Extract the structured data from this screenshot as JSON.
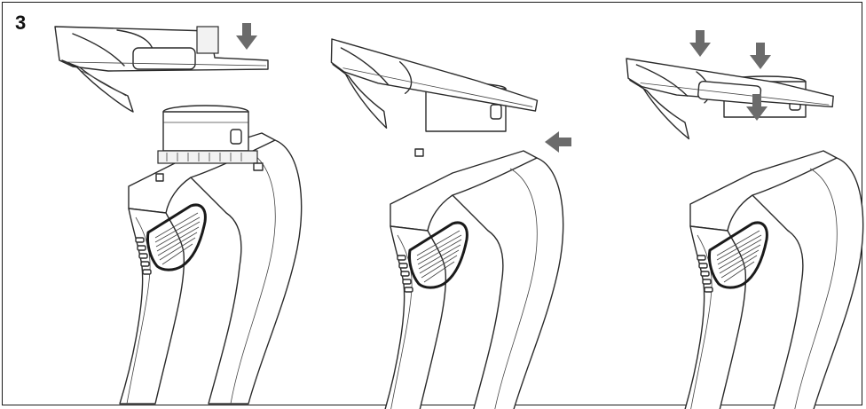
{
  "step": {
    "number": "3"
  },
  "colors": {
    "frame": "#1a1a1a",
    "line_art": "#2a2a2a",
    "arrow": "#6b6b6b",
    "background": "#ffffff"
  },
  "panels": [
    {
      "arrows": [
        "arrow-down"
      ]
    },
    {
      "arrows": [
        "arrow-left"
      ]
    },
    {
      "arrows": [
        "arrow-down",
        "arrow-down",
        "arrow-down"
      ]
    }
  ]
}
